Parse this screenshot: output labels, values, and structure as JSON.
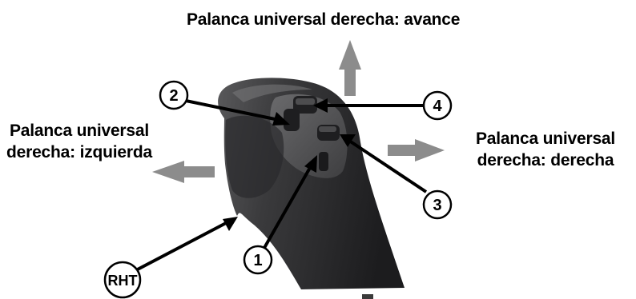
{
  "labels": {
    "forward": "Palanca universal derecha: avance",
    "left": [
      "Palanca universal",
      "derecha: izquierda"
    ],
    "right": [
      "Palanca universal",
      "derecha: derecha"
    ]
  },
  "callouts": [
    "1",
    "2",
    "3",
    "4",
    "RHT"
  ],
  "colors": {
    "handle": "#2e2e30",
    "direction_arrow": "#8c8c8c",
    "leader": "#000000"
  }
}
